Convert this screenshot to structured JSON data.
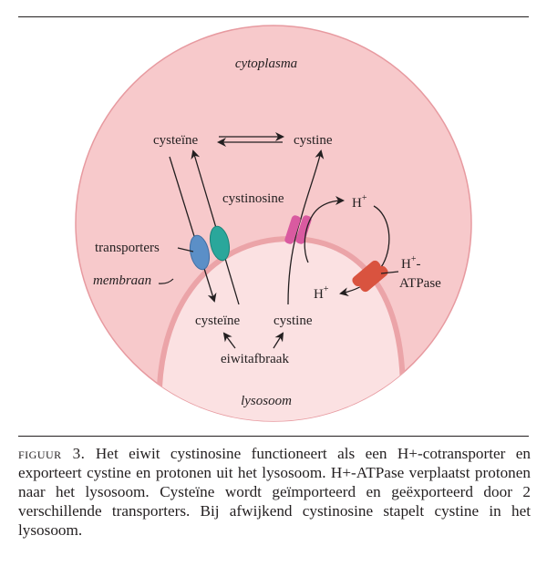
{
  "diagram": {
    "cytoplasm_label": "cytoplasma",
    "lysosome_label": "lysosoom",
    "membrane_label": "membraan",
    "transporters_label": "transporters",
    "cytosolic_cysteine": "cysteïne",
    "cytosolic_cystine": "cystine",
    "cystinosin_label": "cystinosine",
    "proton_out": "H",
    "proton_in": "H",
    "proton_sup": "+",
    "atpase_proton": "H",
    "atpase_proton_sup": "+",
    "atpase_dash": "-",
    "atpase_name": "ATPase",
    "lysosomal_cysteine": "cysteïne",
    "lysosomal_cystine": "cystine",
    "protein_breakdown": "eiwitafbraak",
    "colors": {
      "cell_fill": "#f7c9cb",
      "cell_border": "#e79aa0",
      "lysosome_fill": "#fbe1e2",
      "membrane": "#eba4a8",
      "transporter_blue": "#5b8fc7",
      "transporter_teal": "#2aa79b",
      "cystinosin_magenta": "#d95aa0",
      "atpase_red": "#d9533f"
    }
  },
  "caption": {
    "figure_label": "figuur 3.",
    "text": " Het eiwit cystinosine functioneert als een H+-cotransporter en exporteert cystine en protonen uit het lysosoom. H+-ATPase verplaatst protonen naar het lysosoom. Cysteïne wordt geïmporteerd en geëxporteerd door 2 verschillende transporters. Bij afwijkend cystinosine stapelt cystine in het lysosoom."
  }
}
